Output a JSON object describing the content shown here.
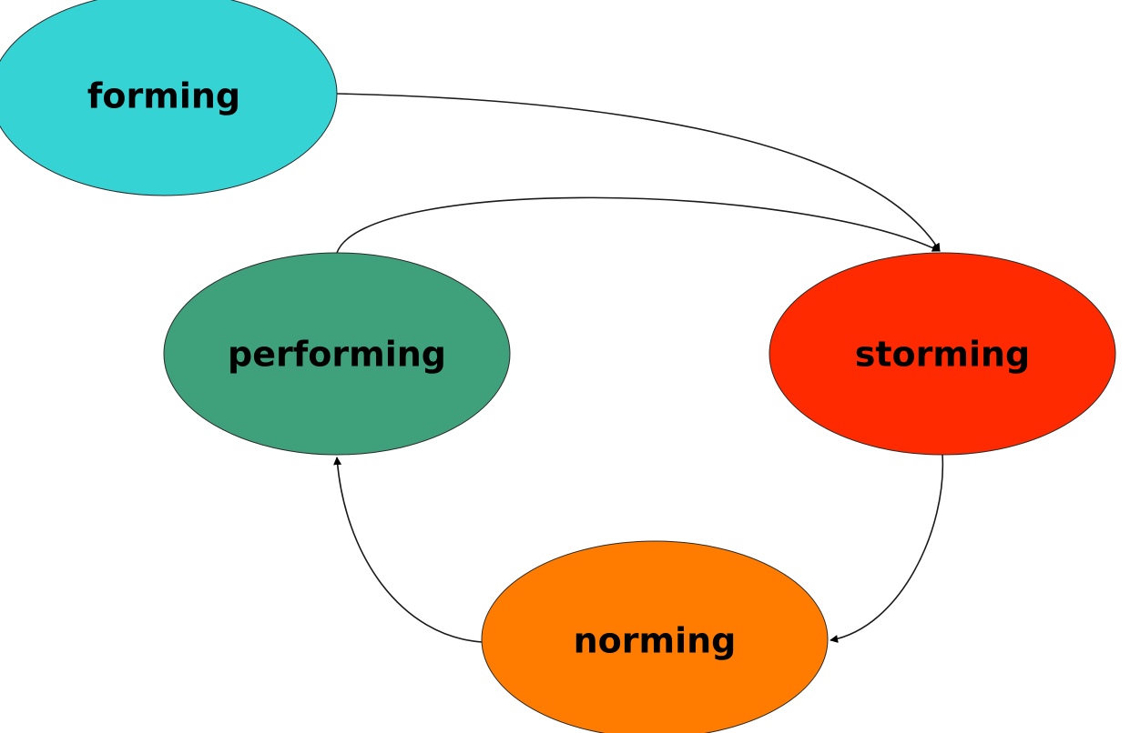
{
  "nodes": [
    {
      "id": "forming",
      "label": "forming",
      "color": "#36D3D4"
    },
    {
      "id": "performing",
      "label": "performing",
      "color": "#3FA17C"
    },
    {
      "id": "storming",
      "label": "storming",
      "color": "#FF2A00"
    },
    {
      "id": "norming",
      "label": "norming",
      "color": "#FF7C00"
    }
  ],
  "edges": [
    {
      "from": "forming",
      "to": "storming"
    },
    {
      "from": "performing",
      "to": "storming"
    },
    {
      "from": "storming",
      "to": "norming"
    },
    {
      "from": "norming",
      "to": "performing"
    }
  ]
}
